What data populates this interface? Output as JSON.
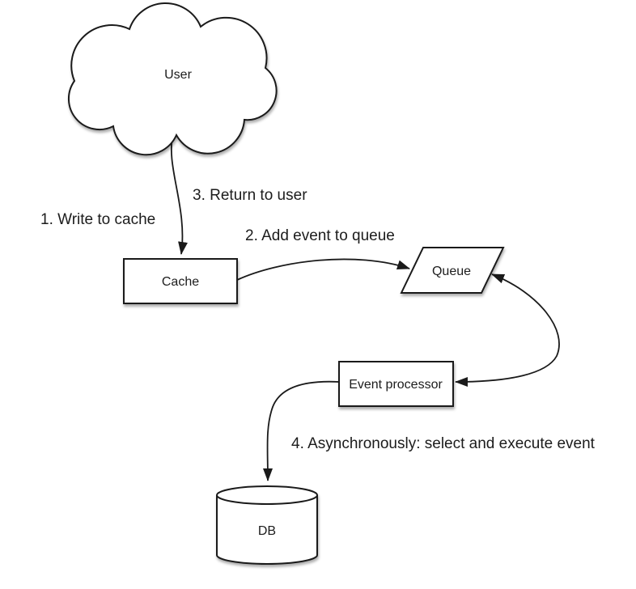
{
  "diagram": {
    "nodes": {
      "user": {
        "label": "User",
        "shape": "cloud"
      },
      "cache": {
        "label": "Cache",
        "shape": "rectangle"
      },
      "queue": {
        "label": "Queue",
        "shape": "parallelogram"
      },
      "event_processor": {
        "label": "Event processor",
        "shape": "rectangle"
      },
      "db": {
        "label": "DB",
        "shape": "cylinder"
      }
    },
    "annotations": {
      "step1": "1. Write to cache",
      "step2": "2. Add event to queue",
      "step3": "3. Return to user",
      "step4": "4. Asynchronously: select and execute event"
    },
    "edges": [
      {
        "from": "User",
        "to": "Cache",
        "arrows": "single"
      },
      {
        "from": "Cache",
        "to": "Queue",
        "arrows": "single"
      },
      {
        "from": "Queue",
        "to": "Event processor",
        "arrows": "double"
      },
      {
        "from": "Event processor",
        "to": "DB",
        "arrows": "single"
      }
    ],
    "colors": {
      "background": "#ffffff",
      "stroke": "#1a1a1a",
      "fill": "#ffffff",
      "text": "#1c1c1c"
    }
  }
}
